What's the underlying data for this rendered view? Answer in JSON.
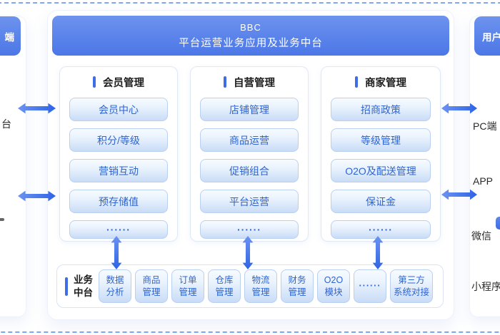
{
  "colors": {
    "header_blue_top": "#6e93ee",
    "header_blue_bottom": "#4c77e6",
    "node_fill_top": "#f7fbff",
    "node_fill_bottom": "#c9dcf6",
    "node_border": "#b9d0f1",
    "node_text_blue": "#2f65d0",
    "accent_bar_blue": "#3e6de6",
    "arrow_blue": "#2e63e6",
    "dashed_frame_blue": "#7ea6f2"
  },
  "left_panel": {
    "header_fragment": "端",
    "item_fragment": "台"
  },
  "center_panel": {
    "header": {
      "line1": "BBC",
      "line2": "平台运营业务应用及业务中台"
    },
    "columns": [
      {
        "title": "会员管理",
        "items": [
          "会员中心",
          "积分/等级",
          "营销互动",
          "预存储值",
          "······"
        ]
      },
      {
        "title": "自营管理",
        "items": [
          "店铺管理",
          "商品运营",
          "促销组合",
          "平台运营",
          "······"
        ]
      },
      {
        "title": "商家管理",
        "items": [
          "招商政策",
          "等级管理",
          "O2O及配送管理",
          "保证金",
          "······"
        ]
      }
    ],
    "business_middle_platform": {
      "label": "业务\n中台",
      "modules": [
        "数据\n分析",
        "商品\n管理",
        "订单\n管理",
        "仓库\n管理",
        "物流\n管理",
        "财务\n管理",
        "O2O\n模块",
        "······",
        "第三方\n系统对接"
      ]
    }
  },
  "right_panel": {
    "header": "用户",
    "items": [
      "PC端",
      "APP",
      "微信",
      "小程序"
    ]
  }
}
